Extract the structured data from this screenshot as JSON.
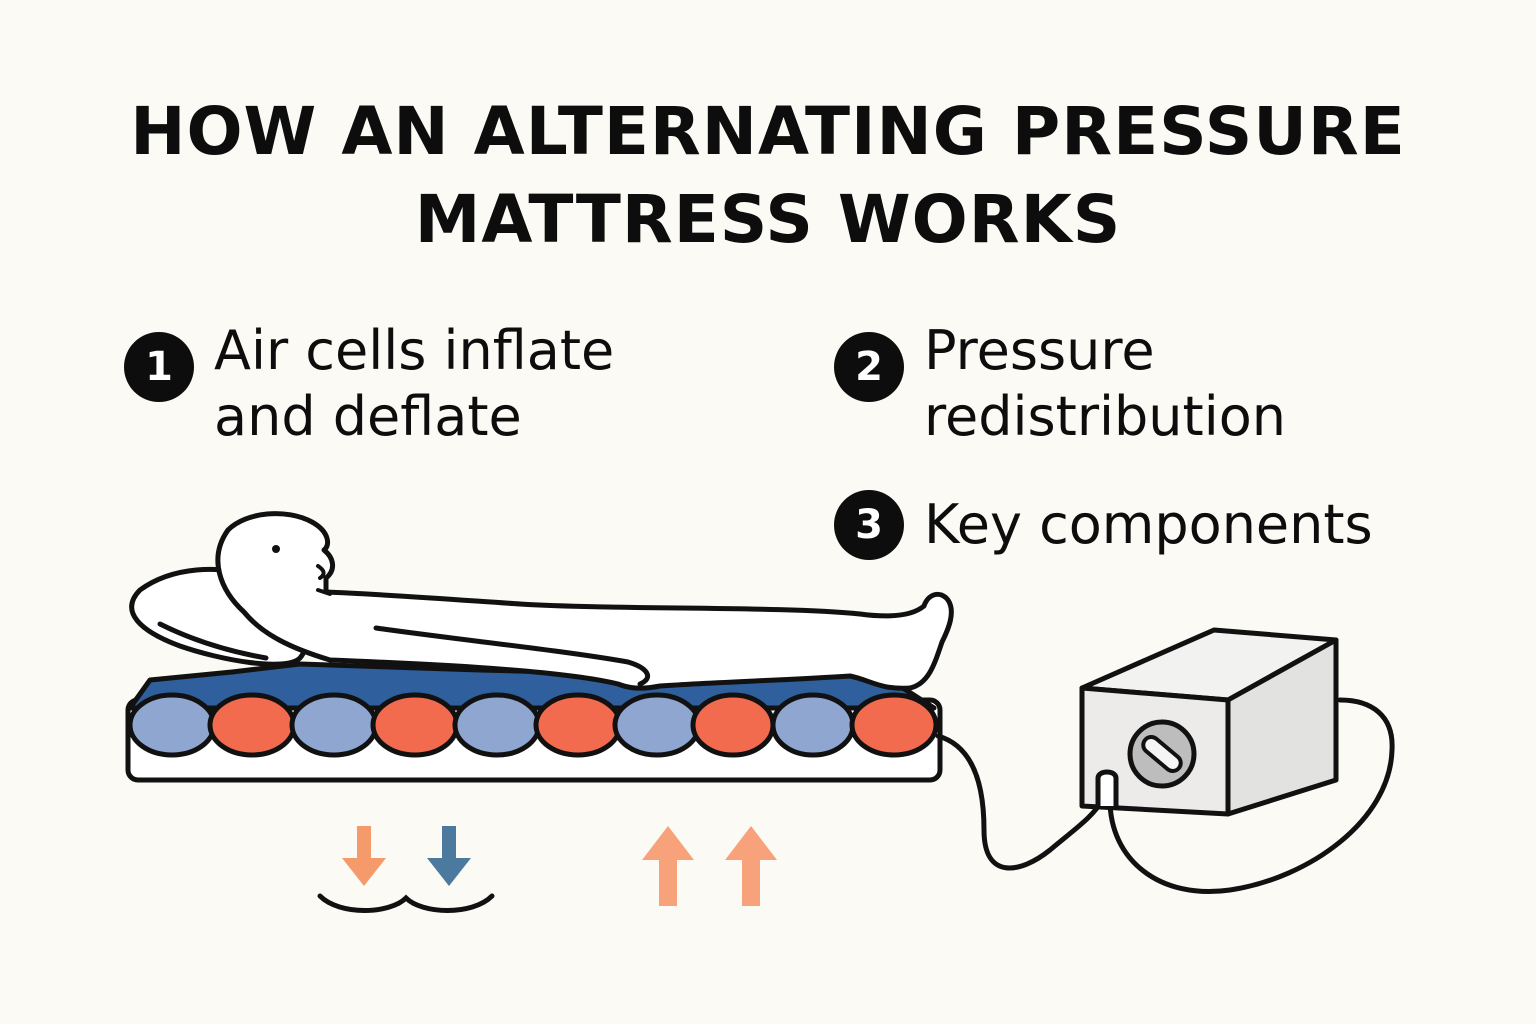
{
  "title": {
    "line1": "HOW AN ALTERNATING PRESSURE",
    "line2": "MATTRESS WORKS"
  },
  "steps": [
    {
      "number": "1",
      "line1": "Air cells inflate",
      "line2": "and deflate"
    },
    {
      "number": "2",
      "line1": "Pressure",
      "line2": "redistribution"
    },
    {
      "number": "3",
      "line1": "Key components",
      "line2": ""
    }
  ],
  "colors": {
    "background": "#fbfaf4",
    "inflated_cell": "#f26b4f",
    "deflated_cell": "#8ea6d0",
    "mattress_base": "#2f5f9c",
    "arrow_down_orange": "#f59a6a",
    "arrow_down_blue": "#4c7a9e",
    "arrow_up": "#f7a27a",
    "pump_body": "#ebebea",
    "pump_dial": "#bdbdbd"
  },
  "icons": {
    "patient": "person-lying-icon",
    "pillow": "pillow-icon",
    "pump": "air-pump-icon",
    "deflate_arrows": "arrow-down-icon",
    "inflate_arrows": "arrow-up-icon"
  }
}
